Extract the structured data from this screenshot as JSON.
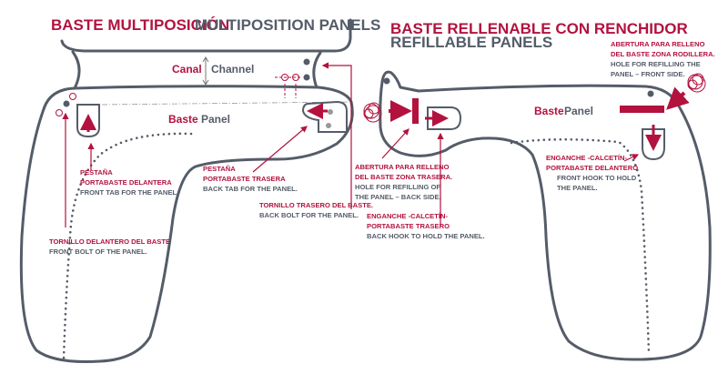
{
  "left": {
    "title_es": "BASTE MULTIPOSICIÓN",
    "title_en": "MULTIPOSITION PANELS",
    "channel_es": "Canal",
    "channel_en": "Channel",
    "panel_es": "Baste",
    "panel_en": "Panel",
    "front_tab": {
      "es1": "PESTAÑA",
      "es2": "PORTABASTE DELANTERA",
      "en": "FRONT TAB FOR THE PANEL."
    },
    "back_tab": {
      "es1": "PESTAÑA",
      "es2": "PORTABASTE TRASERA",
      "en": "BACK TAB FOR THE PANEL."
    },
    "back_bolt": {
      "es": "TORNILLO TRASERO DEL BASTE.",
      "en": "BACK BOLT FOR THE PANEL."
    },
    "front_bolt": {
      "es": "TORNILLO DELANTERO DEL BASTE",
      "en": "FRONT BOLT OF THE PANEL."
    }
  },
  "right": {
    "title_es": "BASTE RELLENABLE CON RENCHIDOR",
    "title_en": "REFILLABLE PANELS",
    "panel_es": "Baste",
    "panel_en": "Panel",
    "front_hole": {
      "es1": "ABERTURA PARA RELLENO",
      "es2": "DEL BASTE ZONA RODILLERA.",
      "en1": "HOLE FOR REFILLING THE",
      "en2": "PANEL – FRONT SIDE."
    },
    "back_hole": {
      "es1": "ABERTURA PARA RELLENO",
      "es2": "DEL BASTE ZONA TRASERA.",
      "en1": "HOLE FOR REFILLING OF",
      "en2": "THE PANEL – BACK SIDE."
    },
    "back_hook": {
      "es1": "ENGANCHE -CALCETÍN-",
      "es2": "PORTABASTE TRASERO",
      "en": "BACK HOOK TO HOLD THE PANEL."
    },
    "front_hook": {
      "es1": "ENGANCHE -CALCETÍN-",
      "es2": "PORTABASTE DELANTERO",
      "en1": "FRONT HOOK TO HOLD",
      "en2": "THE PANEL."
    }
  },
  "colors": {
    "accent": "#b3123f",
    "outline": "#555c69"
  }
}
